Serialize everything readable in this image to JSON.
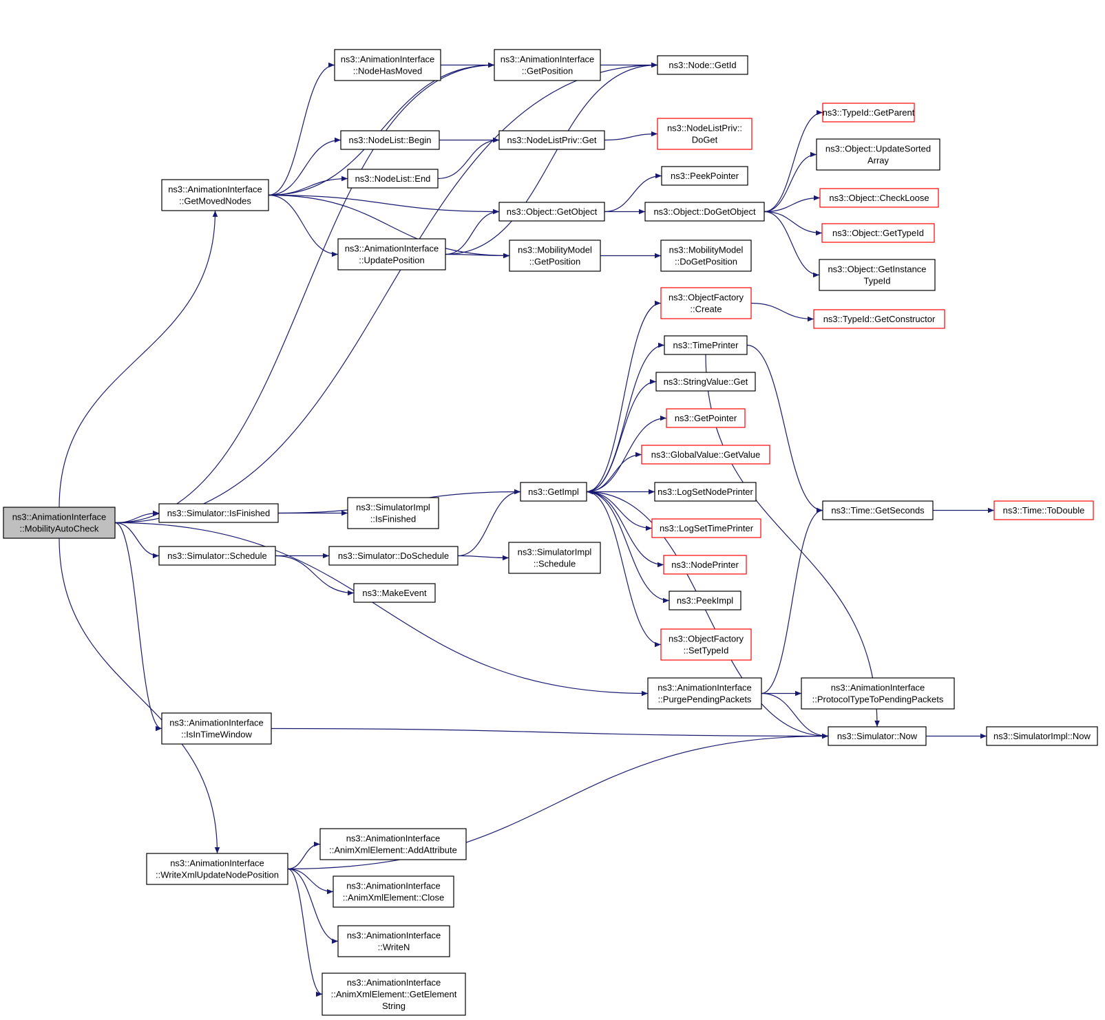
{
  "colors": {
    "edge": "#191970",
    "box_border": "#000000",
    "box_border_truncated": "#ff0000",
    "box_fill": "#ffffff",
    "root_fill": "#bfbfbf"
  },
  "nodes": [
    {
      "id": "root",
      "lines": [
        "ns3::AnimationInterface",
        "::MobilityAutoCheck"
      ],
      "style": "root"
    },
    {
      "id": "getMovedNodes",
      "lines": [
        "ns3::AnimationInterface",
        "::GetMovedNodes"
      ],
      "style": "normal"
    },
    {
      "id": "nodeHasMoved",
      "lines": [
        "ns3::AnimationInterface",
        "::NodeHasMoved"
      ],
      "style": "normal"
    },
    {
      "id": "aiGetPosition",
      "lines": [
        "ns3::AnimationInterface",
        "::GetPosition"
      ],
      "style": "normal"
    },
    {
      "id": "nodeGetId",
      "lines": [
        "ns3::Node::GetId"
      ],
      "style": "normal"
    },
    {
      "id": "nodeListBegin",
      "lines": [
        "ns3::NodeList::Begin"
      ],
      "style": "normal"
    },
    {
      "id": "nodeListPrivGet",
      "lines": [
        "ns3::NodeListPriv::Get"
      ],
      "style": "normal"
    },
    {
      "id": "nodeListPrivDoGet",
      "lines": [
        "ns3::NodeListPriv::",
        "DoGet"
      ],
      "style": "truncated"
    },
    {
      "id": "nodeListEnd",
      "lines": [
        "ns3::NodeList::End"
      ],
      "style": "normal"
    },
    {
      "id": "objectGetObject",
      "lines": [
        "ns3::Object::GetObject"
      ],
      "style": "normal"
    },
    {
      "id": "peekPointer",
      "lines": [
        "ns3::PeekPointer"
      ],
      "style": "normal"
    },
    {
      "id": "objectDoGetObject",
      "lines": [
        "ns3::Object::DoGetObject"
      ],
      "style": "normal"
    },
    {
      "id": "typeIdGetParent",
      "lines": [
        "ns3::TypeId::GetParent"
      ],
      "style": "truncated"
    },
    {
      "id": "objectUpdateSorted",
      "lines": [
        "ns3::Object::UpdateSorted",
        "Array"
      ],
      "style": "normal"
    },
    {
      "id": "objectCheckLoose",
      "lines": [
        "ns3::Object::CheckLoose"
      ],
      "style": "truncated"
    },
    {
      "id": "objectGetTypeId",
      "lines": [
        "ns3::Object::GetTypeId"
      ],
      "style": "truncated"
    },
    {
      "id": "objectGetInstanceTypeId",
      "lines": [
        "ns3::Object::GetInstance",
        "TypeId"
      ],
      "style": "normal"
    },
    {
      "id": "aiUpdatePosition",
      "lines": [
        "ns3::AnimationInterface",
        "::UpdatePosition"
      ],
      "style": "normal"
    },
    {
      "id": "mmGetPosition",
      "lines": [
        "ns3::MobilityModel",
        "::GetPosition"
      ],
      "style": "normal"
    },
    {
      "id": "mmDoGetPosition",
      "lines": [
        "ns3::MobilityModel",
        "::DoGetPosition"
      ],
      "style": "normal"
    },
    {
      "id": "ofCreate",
      "lines": [
        "ns3::ObjectFactory",
        "::Create"
      ],
      "style": "truncated"
    },
    {
      "id": "typeIdGetConstructor",
      "lines": [
        "ns3::TypeId::GetConstructor"
      ],
      "style": "truncated"
    },
    {
      "id": "timePrinter",
      "lines": [
        "ns3::TimePrinter"
      ],
      "style": "normal"
    },
    {
      "id": "stringValueGet",
      "lines": [
        "ns3::StringValue::Get"
      ],
      "style": "normal"
    },
    {
      "id": "getPointer",
      "lines": [
        "ns3::GetPointer"
      ],
      "style": "truncated"
    },
    {
      "id": "globalValueGetValue",
      "lines": [
        "ns3::GlobalValue::GetValue"
      ],
      "style": "truncated"
    },
    {
      "id": "getImpl",
      "lines": [
        "ns3::GetImpl"
      ],
      "style": "normal"
    },
    {
      "id": "logSetNodePrinter",
      "lines": [
        "ns3::LogSetNodePrinter"
      ],
      "style": "normal"
    },
    {
      "id": "logSetTimePrinter",
      "lines": [
        "ns3::LogSetTimePrinter"
      ],
      "style": "truncated"
    },
    {
      "id": "nodePrinter",
      "lines": [
        "ns3::NodePrinter"
      ],
      "style": "truncated"
    },
    {
      "id": "peekImpl",
      "lines": [
        "ns3::PeekImpl"
      ],
      "style": "normal"
    },
    {
      "id": "ofSetTypeId",
      "lines": [
        "ns3::ObjectFactory",
        "::SetTypeId"
      ],
      "style": "truncated"
    },
    {
      "id": "timeGetSeconds",
      "lines": [
        "ns3::Time::GetSeconds"
      ],
      "style": "normal"
    },
    {
      "id": "timeToDouble",
      "lines": [
        "ns3::Time::ToDouble"
      ],
      "style": "truncated"
    },
    {
      "id": "simIsFinished",
      "lines": [
        "ns3::Simulator::IsFinished"
      ],
      "style": "normal"
    },
    {
      "id": "simImplIsFinished",
      "lines": [
        "ns3::SimulatorImpl",
        "::IsFinished"
      ],
      "style": "normal"
    },
    {
      "id": "simSchedule",
      "lines": [
        "ns3::Simulator::Schedule"
      ],
      "style": "normal"
    },
    {
      "id": "simDoSchedule",
      "lines": [
        "ns3::Simulator::DoSchedule"
      ],
      "style": "normal"
    },
    {
      "id": "simImplSchedule",
      "lines": [
        "ns3::SimulatorImpl",
        "::Schedule"
      ],
      "style": "normal"
    },
    {
      "id": "makeEvent",
      "lines": [
        "ns3::MakeEvent"
      ],
      "style": "normal"
    },
    {
      "id": "aiPurgePending",
      "lines": [
        "ns3::AnimationInterface",
        "::PurgePendingPackets"
      ],
      "style": "normal"
    },
    {
      "id": "aiProtocolType",
      "lines": [
        "ns3::AnimationInterface",
        "::ProtocolTypeToPendingPackets"
      ],
      "style": "normal"
    },
    {
      "id": "simNow",
      "lines": [
        "ns3::Simulator::Now"
      ],
      "style": "normal"
    },
    {
      "id": "simImplNow",
      "lines": [
        "ns3::SimulatorImpl::Now"
      ],
      "style": "normal"
    },
    {
      "id": "aiIsInTimeWindow",
      "lines": [
        "ns3::AnimationInterface",
        "::IsInTimeWindow"
      ],
      "style": "normal"
    },
    {
      "id": "aiWriteXmlUpdate",
      "lines": [
        "ns3::AnimationInterface",
        "::WriteXmlUpdateNodePosition"
      ],
      "style": "normal"
    },
    {
      "id": "aiAddAttribute",
      "lines": [
        "ns3::AnimationInterface",
        "::AnimXmlElement::AddAttribute"
      ],
      "style": "normal"
    },
    {
      "id": "aiClose",
      "lines": [
        "ns3::AnimationInterface",
        "::AnimXmlElement::Close"
      ],
      "style": "normal"
    },
    {
      "id": "aiWriteN",
      "lines": [
        "ns3::AnimationInterface",
        "::WriteN"
      ],
      "style": "normal"
    },
    {
      "id": "aiGetElementString",
      "lines": [
        "ns3::AnimationInterface",
        "::AnimXmlElement::GetElement",
        "String"
      ],
      "style": "normal"
    }
  ],
  "edges": [
    [
      "root",
      "getMovedNodes"
    ],
    [
      "root",
      "aiGetPosition"
    ],
    [
      "root",
      "nodeGetId"
    ],
    [
      "root",
      "simIsFinished"
    ],
    [
      "root",
      "simSchedule"
    ],
    [
      "root",
      "aiPurgePending"
    ],
    [
      "root",
      "aiIsInTimeWindow"
    ],
    [
      "root",
      "aiWriteXmlUpdate"
    ],
    [
      "getMovedNodes",
      "nodeHasMoved"
    ],
    [
      "getMovedNodes",
      "aiGetPosition"
    ],
    [
      "getMovedNodes",
      "nodeListBegin"
    ],
    [
      "getMovedNodes",
      "nodeListEnd"
    ],
    [
      "getMovedNodes",
      "objectGetObject"
    ],
    [
      "getMovedNodes",
      "aiUpdatePosition"
    ],
    [
      "getMovedNodes",
      "mmGetPosition"
    ],
    [
      "nodeHasMoved",
      "aiGetPosition"
    ],
    [
      "aiGetPosition",
      "nodeGetId"
    ],
    [
      "nodeListBegin",
      "nodeListPrivGet"
    ],
    [
      "nodeListEnd",
      "nodeListPrivGet"
    ],
    [
      "nodeListPrivGet",
      "nodeListPrivDoGet"
    ],
    [
      "aiUpdatePosition",
      "nodeGetId"
    ],
    [
      "aiUpdatePosition",
      "objectGetObject"
    ],
    [
      "aiUpdatePosition",
      "mmGetPosition"
    ],
    [
      "objectGetObject",
      "peekPointer"
    ],
    [
      "objectGetObject",
      "objectDoGetObject"
    ],
    [
      "objectDoGetObject",
      "typeIdGetParent"
    ],
    [
      "objectDoGetObject",
      "objectUpdateSorted"
    ],
    [
      "objectDoGetObject",
      "objectCheckLoose"
    ],
    [
      "objectDoGetObject",
      "objectGetTypeId"
    ],
    [
      "objectDoGetObject",
      "objectGetInstanceTypeId"
    ],
    [
      "mmGetPosition",
      "mmDoGetPosition"
    ],
    [
      "simIsFinished",
      "getImpl"
    ],
    [
      "simIsFinished",
      "simImplIsFinished"
    ],
    [
      "simSchedule",
      "simDoSchedule"
    ],
    [
      "simSchedule",
      "makeEvent"
    ],
    [
      "simDoSchedule",
      "getImpl"
    ],
    [
      "simDoSchedule",
      "simImplSchedule"
    ],
    [
      "getImpl",
      "ofCreate"
    ],
    [
      "getImpl",
      "timePrinter"
    ],
    [
      "getImpl",
      "stringValueGet"
    ],
    [
      "getImpl",
      "getPointer"
    ],
    [
      "getImpl",
      "globalValueGetValue"
    ],
    [
      "getImpl",
      "logSetNodePrinter"
    ],
    [
      "getImpl",
      "logSetTimePrinter"
    ],
    [
      "getImpl",
      "nodePrinter"
    ],
    [
      "getImpl",
      "peekImpl"
    ],
    [
      "getImpl",
      "ofSetTypeId"
    ],
    [
      "ofCreate",
      "typeIdGetConstructor"
    ],
    [
      "timePrinter",
      "timeGetSeconds"
    ],
    [
      "timePrinter",
      "simNow"
    ],
    [
      "timeGetSeconds",
      "timeToDouble"
    ],
    [
      "aiPurgePending",
      "timeGetSeconds"
    ],
    [
      "aiPurgePending",
      "aiProtocolType"
    ],
    [
      "aiPurgePending",
      "simNow"
    ],
    [
      "simNow",
      "getImpl"
    ],
    [
      "simNow",
      "simImplNow"
    ],
    [
      "aiIsInTimeWindow",
      "simNow"
    ],
    [
      "aiWriteXmlUpdate",
      "simNow"
    ],
    [
      "aiWriteXmlUpdate",
      "aiAddAttribute"
    ],
    [
      "aiWriteXmlUpdate",
      "aiClose"
    ],
    [
      "aiWriteXmlUpdate",
      "aiWriteN"
    ],
    [
      "aiWriteXmlUpdate",
      "aiGetElementString"
    ]
  ]
}
